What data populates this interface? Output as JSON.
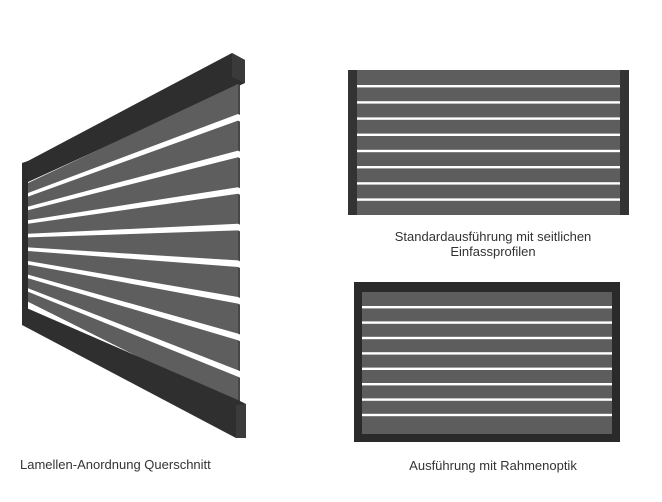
{
  "figures": {
    "perspective": {
      "caption": "Lamellen-Anordnung Querschnitt"
    },
    "standard": {
      "caption_line1": "Standardausführung mit seitlichen",
      "caption_line2": "Einfassprofilen"
    },
    "frame": {
      "caption": "Ausführung mit Rahmenoptik"
    }
  },
  "colors": {
    "slat": "#5e5e5e",
    "slat_dark": "#474747",
    "profile": "#2f2f2f",
    "frame": "#2b2b2b",
    "gap": "#ffffff"
  }
}
